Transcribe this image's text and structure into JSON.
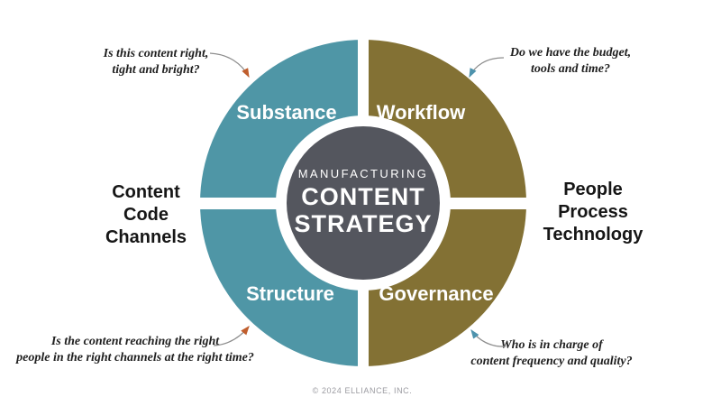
{
  "colors": {
    "teal": "#4F96A6",
    "olive": "#837134",
    "dark": "#54565E",
    "white": "#FFFFFF",
    "arrow_line": "#8D8D8D",
    "arrow_orange": "#C05E2D",
    "arrow_teal": "#4E93AD",
    "label_black": "#161616",
    "footer_gray": "#9B9BA1"
  },
  "center": {
    "kicker": "MANUFACTURING",
    "title_line1": "CONTENT",
    "title_line2": "STRATEGY"
  },
  "quadrants": [
    {
      "label": "Substance"
    },
    {
      "label": "Workflow"
    },
    {
      "label": "Structure"
    },
    {
      "label": "Governance"
    }
  ],
  "side_labels": {
    "left": {
      "line1": "Content",
      "line2": "Code",
      "line3": "Channels"
    },
    "right": {
      "line1": "People",
      "line2": "Process",
      "line3": "Technology"
    }
  },
  "annotations": {
    "top_left": {
      "line1": "Is this content right,",
      "line2": "tight and bright?"
    },
    "top_right": {
      "line1": "Do we have the budget,",
      "line2": "tools and time?"
    },
    "bottom_left": {
      "line1": "Is the content reaching the right",
      "line2": "people in the right channels at the right time?"
    },
    "bottom_right": {
      "line1": "Who is in charge of",
      "line2": "content frequency and quality?"
    }
  },
  "footer": {
    "copyright": "© 2024 ELLIANCE, INC."
  }
}
